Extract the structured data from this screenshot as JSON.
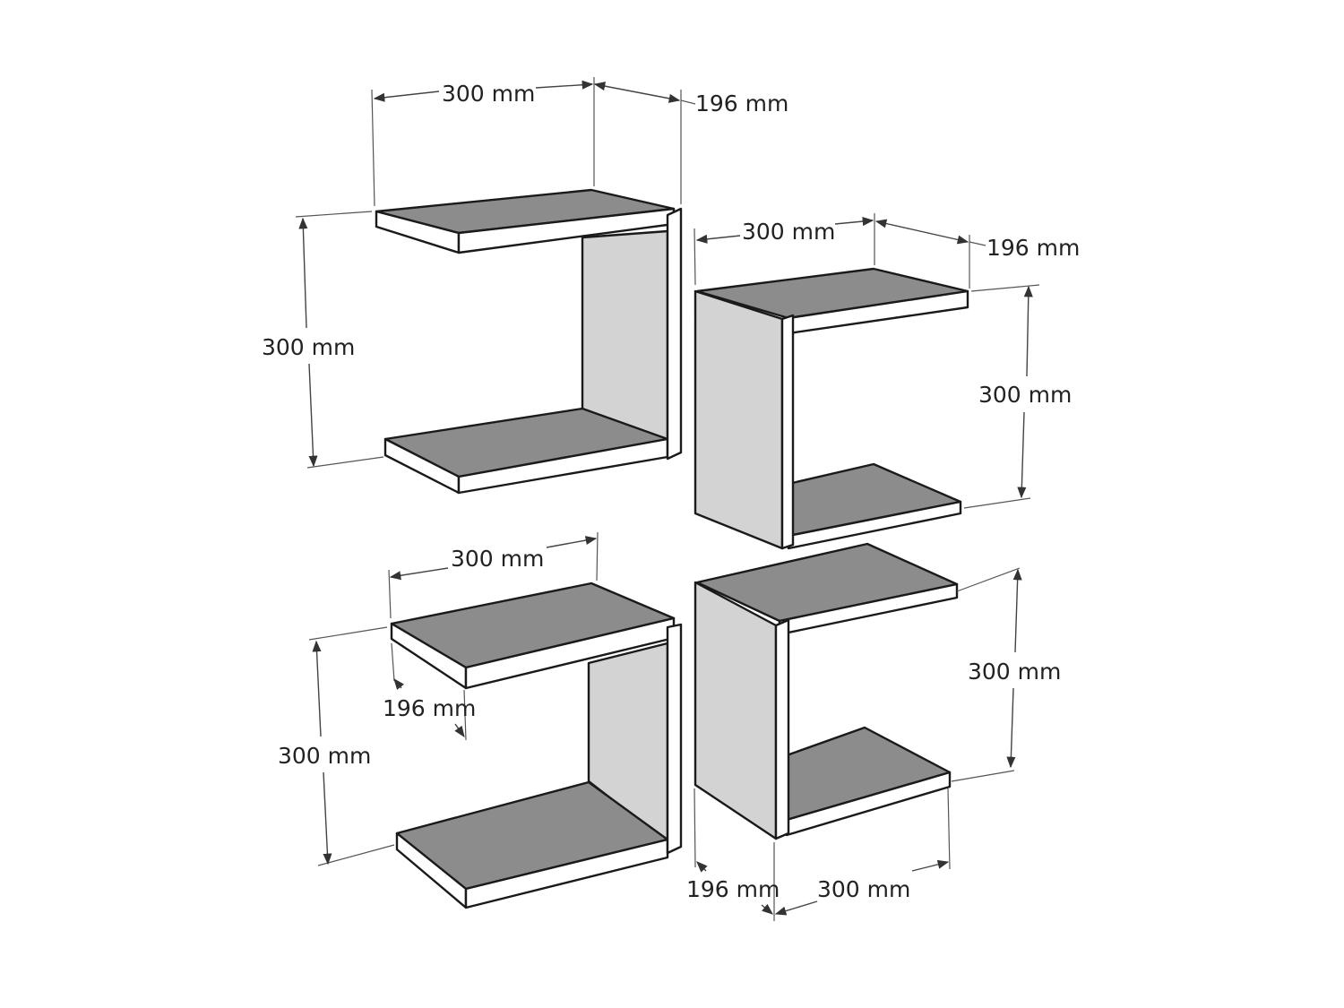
{
  "shelf_top_left": {
    "width": "300 mm",
    "depth": "196 mm",
    "height": "300 mm"
  },
  "shelf_top_right": {
    "width": "300 mm",
    "depth": "196 mm",
    "height": "300 mm"
  },
  "shelf_bottom_left": {
    "width": "300 mm",
    "depth": "196 mm",
    "height": "300 mm"
  },
  "shelf_bottom_right": {
    "width": "300 mm",
    "depth": "196 mm",
    "height": "300 mm"
  },
  "colors": {
    "shelf_top": "#8c8c8c",
    "panel_side": "#d3d3d3",
    "edge": "#1a1a1a",
    "background": "#ffffff"
  }
}
